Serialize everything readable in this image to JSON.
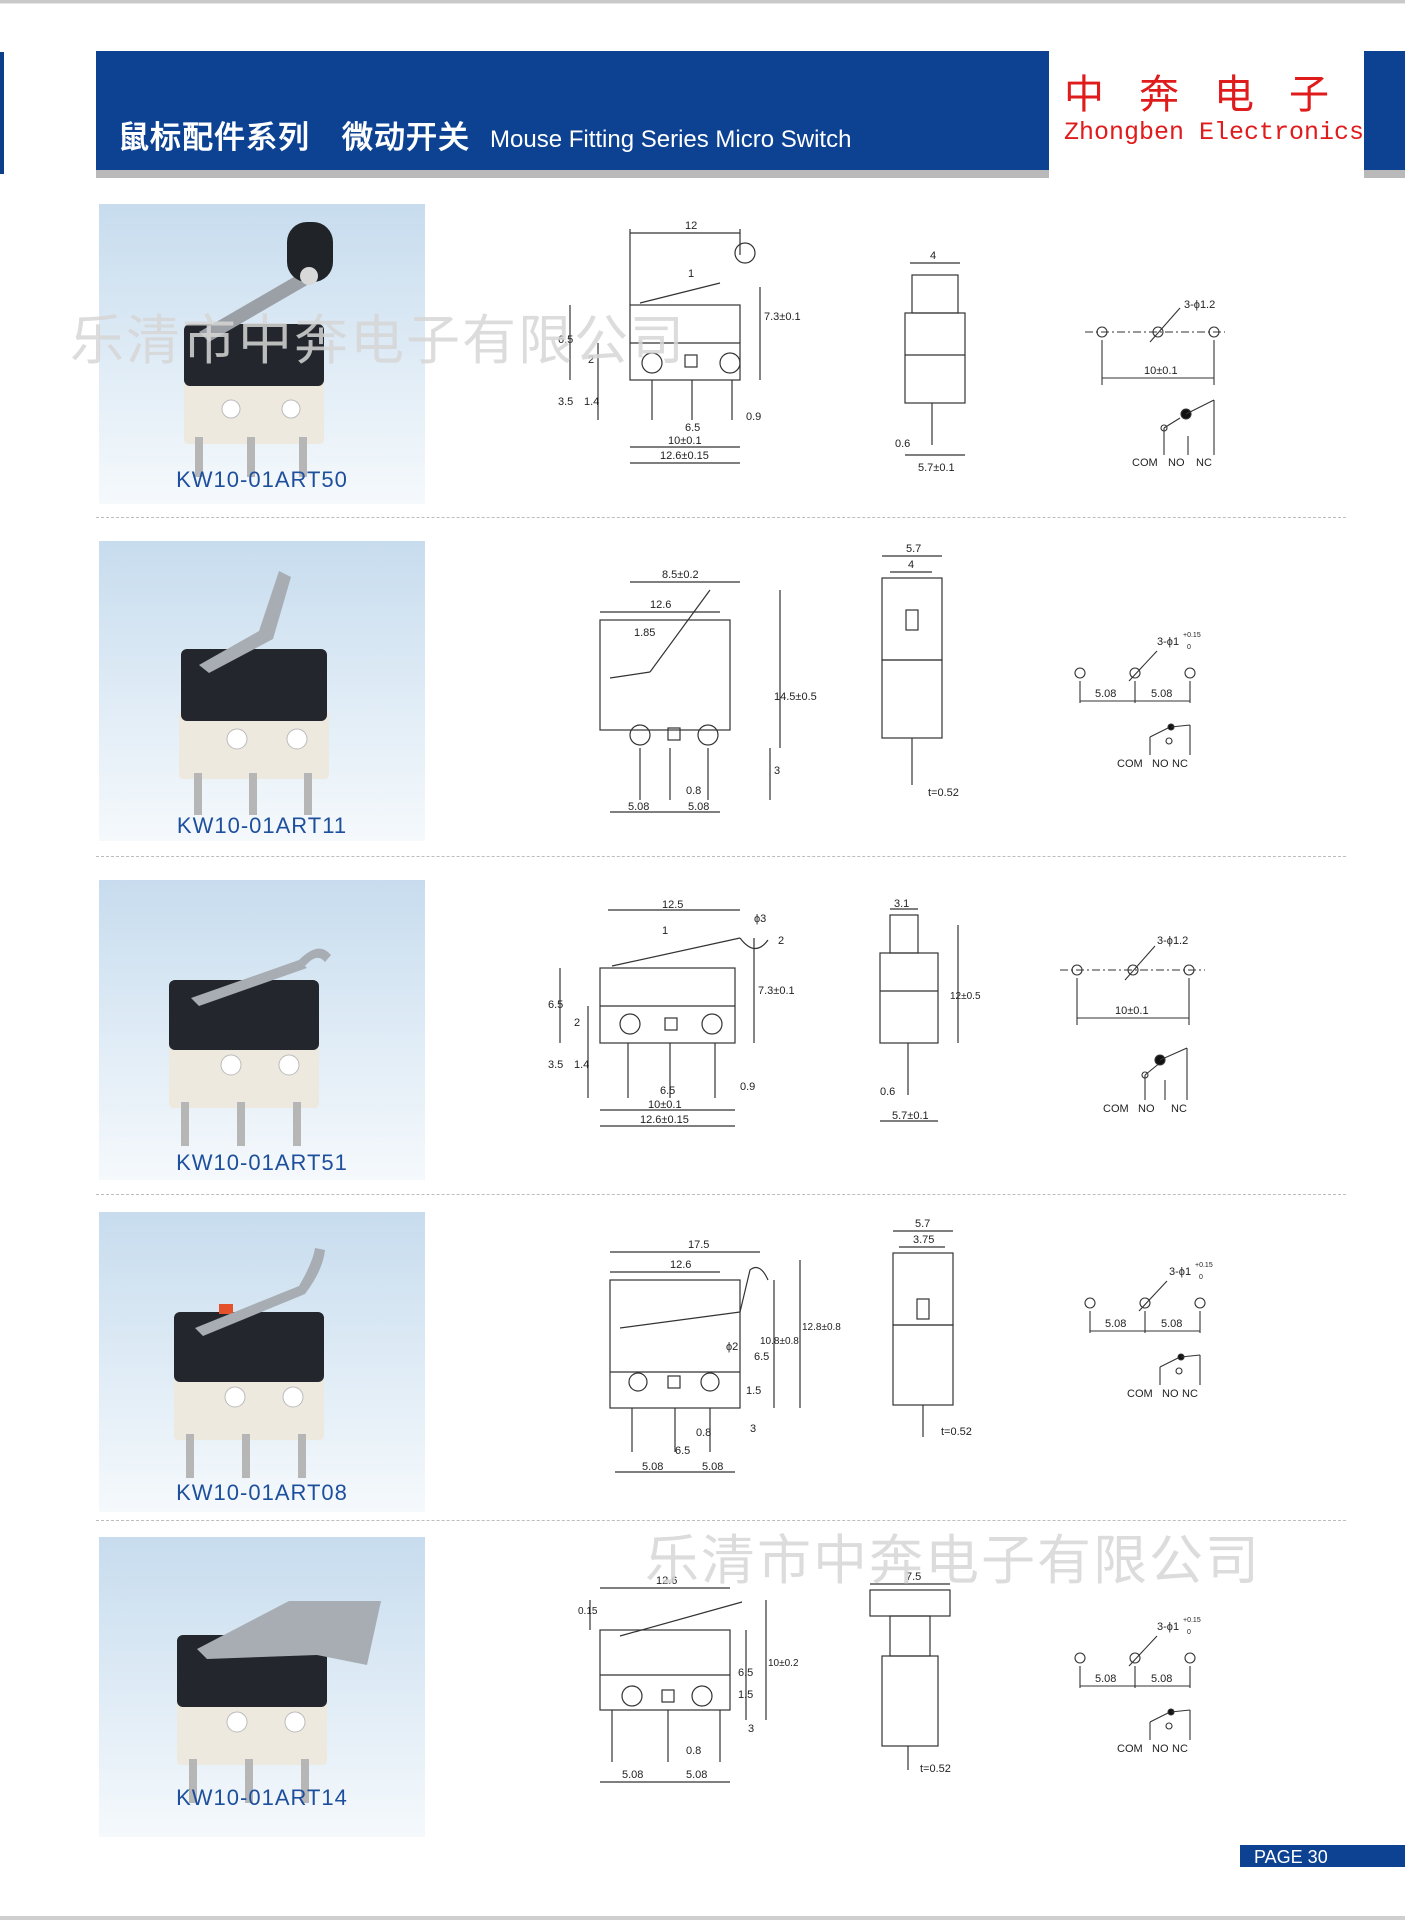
{
  "header": {
    "title_cn_series": "鼠标配件系列",
    "title_cn_product": "微动开关",
    "title_en": "Mouse Fitting  Series Micro Switch",
    "brand_cn": "中奔电子",
    "brand_en": "Zhongben Electronics"
  },
  "watermark": "乐清市中奔电子有限公司",
  "products": [
    {
      "model": "KW10-01ART50",
      "front_dims": [
        "12",
        "1",
        "6.5",
        "7.3±0.1",
        "2",
        "3.5",
        "1.4",
        "6.5",
        "0.9",
        "10±0.1",
        "12.6±0.15"
      ],
      "side_dims": [
        "4",
        "0.6",
        "5.7±0.1"
      ],
      "pcb_dims": [
        "3-ϕ1.2",
        "10±0.1"
      ],
      "terminals": [
        "COM",
        "NO",
        "NC"
      ]
    },
    {
      "model": "KW10-01ART11",
      "front_dims": [
        "8.5±0.2",
        "12.6",
        "1.85",
        "14.5±0.5",
        "3",
        "0.8",
        "5.08",
        "5.08"
      ],
      "side_dims": [
        "5.7",
        "4",
        "t=0.52"
      ],
      "pcb_dims": [
        "3-ϕ1",
        "+0.15",
        "0",
        "5.08",
        "5.08"
      ],
      "terminals": [
        "COM",
        "NO",
        "NC"
      ]
    },
    {
      "model": "KW10-01ART51",
      "front_dims": [
        "12.5",
        "ϕ3",
        "1",
        "2",
        "6.5",
        "7.3±0.1",
        "2",
        "3.5",
        "1.4",
        "6.5",
        "0.9",
        "10±0.1",
        "12.6±0.15"
      ],
      "side_dims": [
        "3.1",
        "12±0.5",
        "0.6",
        "5.7±0.1"
      ],
      "pcb_dims": [
        "3-ϕ1.2",
        "10±0.1"
      ],
      "terminals": [
        "COM",
        "NO",
        "NC"
      ]
    },
    {
      "model": "KW10-01ART08",
      "front_dims": [
        "17.5",
        "12.6",
        "ϕ2",
        "10.8±0.8",
        "12.8±0.8",
        "6.5",
        "1.5",
        "3",
        "0.8",
        "6.5",
        "5.08",
        "5.08"
      ],
      "side_dims": [
        "5.7",
        "3.75",
        "t=0.52"
      ],
      "pcb_dims": [
        "3-ϕ1",
        "+0.15",
        "0",
        "5.08",
        "5.08"
      ],
      "terminals": [
        "COM",
        "NO",
        "NC"
      ]
    },
    {
      "model": "KW10-01ART14",
      "front_dims": [
        "12.6",
        "0.15",
        "10±0.2",
        "6.5",
        "1.5",
        "3",
        "0.8",
        "5.08",
        "5.08"
      ],
      "side_dims": [
        "7.5",
        "t=0.52"
      ],
      "pcb_dims": [
        "3-ϕ1",
        "+0.15",
        "0",
        "5.08",
        "5.08"
      ],
      "terminals": [
        "COM",
        "NO",
        "NC"
      ]
    }
  ],
  "footer": {
    "page": "PAGE 30"
  },
  "colors": {
    "banner_blue": "#0d4293",
    "brand_red": "#e01b1b",
    "model_blue": "#1e4f9c"
  }
}
